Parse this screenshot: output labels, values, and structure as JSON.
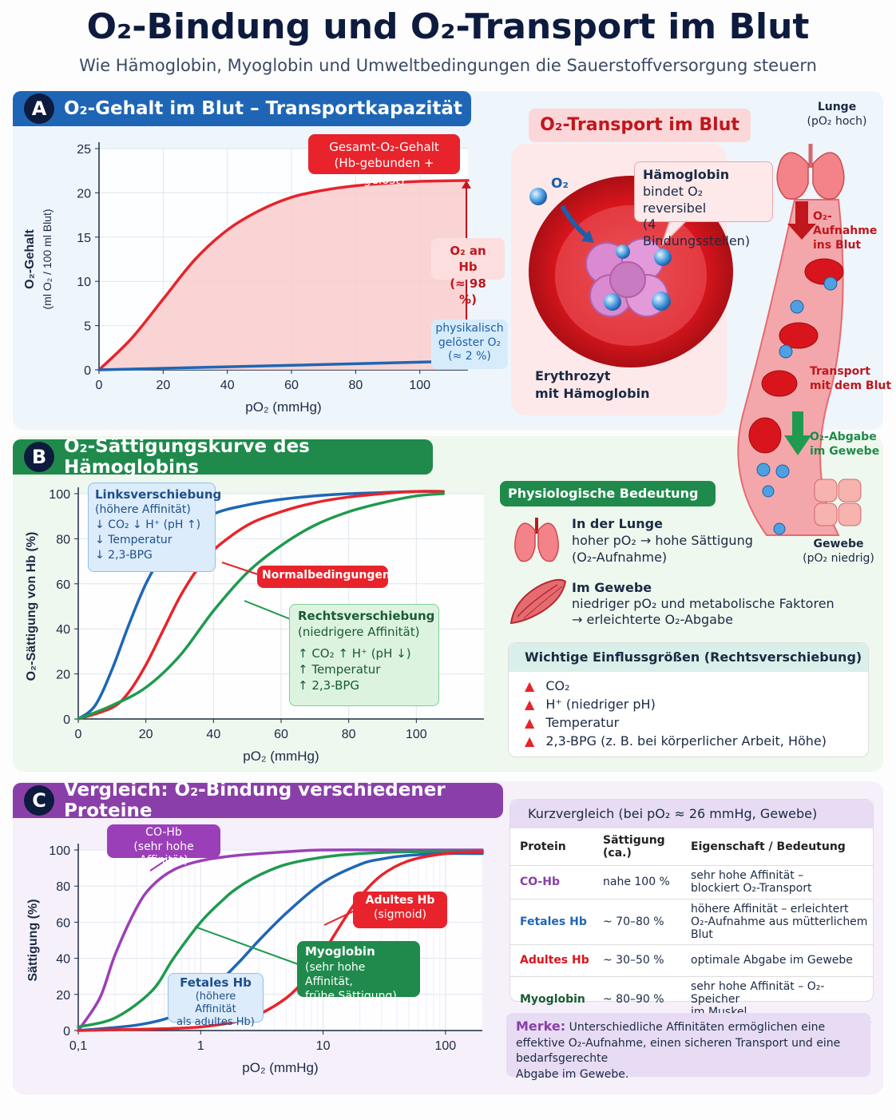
{
  "title": "O₂-Bindung und O₂-Transport im Blut",
  "subtitle": "Wie Hämoglobin, Myoglobin und Umweltbedingungen die Sauerstoffversorgung steuern",
  "sectionA": {
    "letter": "A",
    "header": "O₂-Gehalt im Blut – Transportkapazität",
    "ann_total_1": "Gesamt-O₂-Gehalt",
    "ann_total_2": "(Hb-gebunden + gelöst)",
    "ann_hb_1": "O₂ an Hb",
    "ann_hb_2": "(≈ 98 %)",
    "ann_diss_1": "physikalisch",
    "ann_diss_2": "gelöster O₂",
    "ann_diss_3": "(≈ 2 %)"
  },
  "transport": {
    "header": "O₂-Transport im Blut",
    "o2_label": "O₂",
    "hb_label_1": "Hämoglobin",
    "hb_label_2": "bindet O₂ reversibel",
    "hb_label_3": "(4 Bindungsstellen)",
    "ery_1": "Erythrozyt",
    "ery_2": "mit Hämoglobin",
    "lung_1": "Lunge",
    "lung_2": "(pO₂ hoch)",
    "uptake_1": "O₂-Aufnahme",
    "uptake_2": "ins Blut",
    "trans_1": "Transport",
    "trans_2": "mit dem Blut",
    "release_1": "O₂-Abgabe",
    "release_2": "im Gewebe",
    "tissue_1": "Gewebe",
    "tissue_2": "(pO₂ niedrig)"
  },
  "sectionB": {
    "letter": "B",
    "header": "O₂-Sättigungskurve des Hämoglobins",
    "left_title": "Linksverschiebung",
    "left_sub": "(höhere Affinität)",
    "left_1": "↓ CO₂   ↓ H⁺ (pH ↑)",
    "left_2": "↓ Temperatur",
    "left_3": "↓ 2,3-BPG",
    "normal": "Normalbedingungen",
    "right_title": "Rechtsverschiebung",
    "right_sub": "(niedrigere Affinität)",
    "right_1": "↑ CO₂   ↑ H⁺ (pH ↓)",
    "right_2": "↑ Temperatur",
    "right_3": "↑ 2,3-BPG",
    "phys_header": "Physiologische Bedeutung",
    "lung_title": "In der Lunge",
    "lung_l1": "hoher pO₂ → hohe Sättigung",
    "lung_l2": "(O₂-Aufnahme)",
    "tissue_title": "Im Gewebe",
    "tissue_l1": "niedriger pO₂ und metabolische Faktoren",
    "tissue_l2": "→ erleichterte O₂-Abgabe",
    "factors_header": "Wichtige Einflussgrößen (Rechtsverschiebung)",
    "factors": [
      "CO₂",
      "H⁺ (niedriger pH)",
      "Temperatur",
      "2,3-BPG (z. B. bei körperlicher Arbeit, Höhe)"
    ]
  },
  "sectionC": {
    "letter": "C",
    "header": "Vergleich: O₂-Bindung verschiedener Proteine",
    "cohb_1": "CO-Hb",
    "cohb_2": "(sehr hohe Affinität)",
    "adult_1": "Adultes Hb",
    "adult_2": "(sigmoid)",
    "myo_1": "Myoglobin",
    "myo_2": "(sehr hohe Affinität,",
    "myo_3": "frühe Sättigung)",
    "fetal_1": "Fetales Hb",
    "fetal_2": "(höhere Affinität",
    "fetal_3": "als adultes Hb)",
    "table_header": "Kurzvergleich (bei pO₂ ≈ 26 mmHg, Gewebe)",
    "col1": "Protein",
    "col2a": "Sättigung",
    "col2b": "(ca.)",
    "col3": "Eigenschaft / Bedeutung",
    "rows": [
      {
        "protein": "CO-Hb",
        "sat": "nahe 100 %",
        "prop1": "sehr hohe Affinität –",
        "prop2": "blockiert O₂-Transport",
        "color": "#8a3fa8"
      },
      {
        "protein": "Fetales Hb",
        "sat": "~ 70–80 %",
        "prop1": "höhere Affinität – erleichtert",
        "prop2": "O₂-Aufnahme aus mütterlichem Blut",
        "color": "#1e66b5"
      },
      {
        "protein": "Adultes Hb",
        "sat": "~ 30–50 %",
        "prop1": "optimale Abgabe im Gewebe",
        "prop2": "",
        "color": "#d8151d"
      },
      {
        "protein": "Myoglobin",
        "sat": "~ 80–90 %",
        "prop1": "sehr hohe Affinität – O₂-Speicher",
        "prop2": "im Muskel",
        "color": "#1a5a34"
      }
    ],
    "merke_title": "Merke:",
    "merke_1": "Unterschiedliche Affinitäten ermöglichen eine",
    "merke_2": "effektive O₂-Aufnahme, einen sicheren Transport und eine bedarfsgerechte",
    "merke_3": "Abgabe im Gewebe."
  },
  "chart_data": [
    {
      "type": "area",
      "xlabel": "pO₂ (mmHg)",
      "ylabel": "O₂-Gehalt",
      "ylabel2": "(ml O₂ / 100 ml Blut)",
      "xlim": [
        0,
        115
      ],
      "ylim": [
        0,
        25
      ],
      "xticks": [
        0,
        20,
        40,
        60,
        80,
        100
      ],
      "yticks": [
        0,
        5,
        10,
        15,
        20,
        25
      ],
      "grid": true,
      "series": [
        {
          "name": "Gesamt-O₂-Gehalt",
          "color": "#e8232b",
          "x": [
            0,
            10,
            20,
            30,
            40,
            50,
            60,
            70,
            80,
            90,
            100,
            115
          ],
          "y": [
            0,
            3.5,
            8.0,
            12.5,
            15.8,
            18.0,
            19.5,
            20.3,
            20.8,
            21.1,
            21.3,
            21.4
          ]
        },
        {
          "name": "physikalisch gelöster O₂",
          "color": "#1e66b5",
          "x": [
            0,
            115
          ],
          "y": [
            0,
            1.0
          ]
        }
      ]
    },
    {
      "type": "line",
      "xlabel": "pO₂ (mmHg)",
      "ylabel": "O₂-Sättigung von Hb (%)",
      "xlim": [
        0,
        120
      ],
      "ylim": [
        0,
        100
      ],
      "xticks": [
        0,
        20,
        40,
        60,
        80,
        100
      ],
      "yticks": [
        0,
        20,
        40,
        60,
        80,
        100
      ],
      "grid": true,
      "series": [
        {
          "name": "Linksverschiebung",
          "color": "#1e66b5",
          "x": [
            0,
            5,
            10,
            15,
            20,
            25,
            30,
            40,
            50,
            60,
            70,
            80,
            90,
            100,
            108
          ],
          "y": [
            0,
            6,
            22,
            42,
            60,
            73,
            82,
            91,
            95,
            97.5,
            99,
            100,
            100.5,
            101,
            101
          ]
        },
        {
          "name": "Normalbedingungen",
          "color": "#e8232b",
          "x": [
            0,
            10,
            15,
            20,
            25,
            30,
            35,
            40,
            50,
            60,
            70,
            80,
            90,
            100,
            108
          ],
          "y": [
            0,
            5,
            12,
            24,
            39,
            54,
            66,
            75,
            86,
            92,
            96,
            98.5,
            100,
            101,
            101
          ]
        },
        {
          "name": "Rechtsverschiebung",
          "color": "#1f9a4e",
          "x": [
            0,
            10,
            20,
            30,
            40,
            50,
            60,
            70,
            80,
            90,
            100,
            108
          ],
          "y": [
            0,
            6,
            14,
            28,
            48,
            65,
            77,
            86,
            92,
            96,
            99,
            100
          ]
        }
      ]
    },
    {
      "type": "line",
      "xscale": "log",
      "xlabel": "pO₂ (mmHg)",
      "ylabel": "Sättigung (%)",
      "xlim": [
        0.1,
        200
      ],
      "ylim": [
        0,
        100
      ],
      "xticks": [
        0.1,
        1,
        10,
        100
      ],
      "xticklabels": [
        "0,1",
        "1",
        "10",
        "100"
      ],
      "yticks": [
        0,
        20,
        40,
        60,
        80,
        100
      ],
      "grid": true,
      "series": [
        {
          "name": "CO-Hb",
          "color": "#9b3fb8",
          "x": [
            0.1,
            0.15,
            0.2,
            0.3,
            0.4,
            0.6,
            1,
            2,
            5,
            10,
            50,
            200
          ],
          "y": [
            0,
            18,
            42,
            68,
            80,
            89,
            94,
            97,
            99,
            100,
            100,
            100
          ]
        },
        {
          "name": "Myoglobin",
          "color": "#1f9a4e",
          "x": [
            0.1,
            0.2,
            0.4,
            0.6,
            1,
            1.5,
            2,
            3,
            5,
            10,
            20,
            50,
            200
          ],
          "y": [
            2,
            7,
            22,
            40,
            60,
            72,
            79,
            86,
            92,
            96,
            98,
            99,
            99
          ]
        },
        {
          "name": "Fetales Hb",
          "color": "#1e66b5",
          "x": [
            0.1,
            0.3,
            0.6,
            1,
            2,
            3,
            5,
            10,
            20,
            30,
            50,
            100,
            200
          ],
          "y": [
            0,
            3,
            8,
            17,
            37,
            50,
            65,
            82,
            92,
            95,
            97,
            98,
            98
          ]
        },
        {
          "name": "Adultes Hb",
          "color": "#e8232b",
          "x": [
            0.1,
            0.5,
            1,
            2,
            3,
            5,
            7,
            10,
            15,
            20,
            30,
            50,
            100,
            200
          ],
          "y": [
            0,
            1,
            2,
            5,
            9,
            18,
            28,
            43,
            62,
            74,
            86,
            94,
            98,
            99
          ]
        }
      ]
    }
  ]
}
